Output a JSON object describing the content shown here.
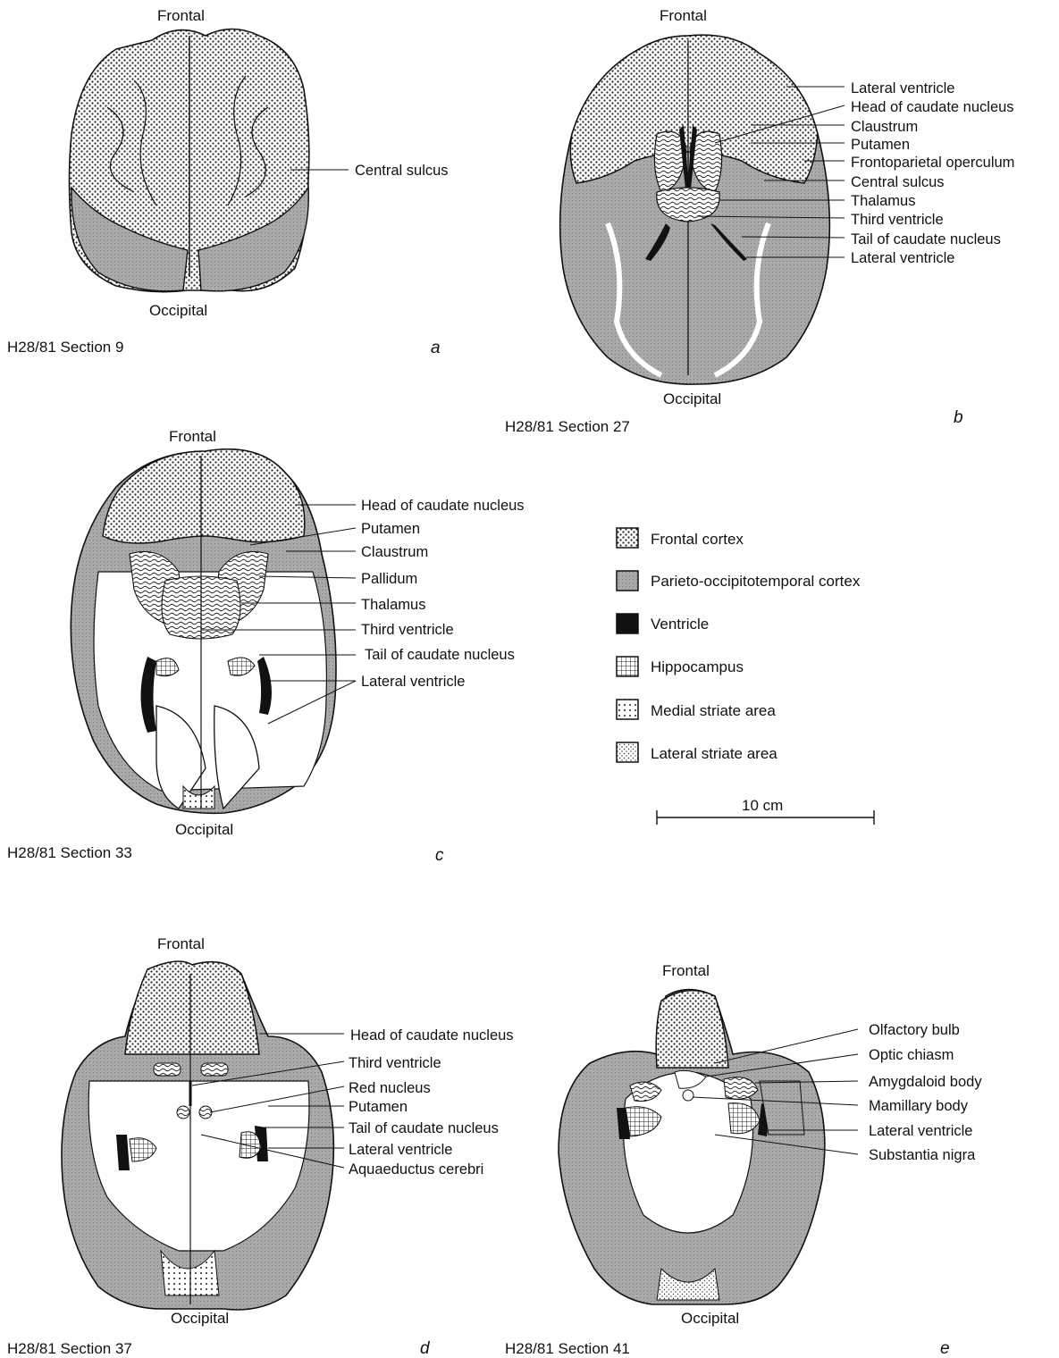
{
  "panels": {
    "a": {
      "letter": "a",
      "caption": "H28/81 Section 9",
      "top_label": "Frontal",
      "bottom_label": "Occipital",
      "labels": [
        "Central sulcus"
      ]
    },
    "b": {
      "letter": "b",
      "caption": "H28/81 Section 27",
      "top_label": "Frontal",
      "bottom_label": "Occipital",
      "labels": [
        "Lateral ventricle",
        "Head of caudate nucleus",
        "Claustrum",
        "Putamen",
        "Frontoparietal operculum",
        "Central sulcus",
        "Thalamus",
        "Third ventricle",
        "Tail of caudate nucleus",
        "Lateral ventricle"
      ]
    },
    "c": {
      "letter": "c",
      "caption": "H28/81 Section 33",
      "top_label": "Frontal",
      "bottom_label": "Occipital",
      "labels": [
        "Head of caudate nucleus",
        "Putamen",
        "Claustrum",
        "Pallidum",
        "Thalamus",
        "Third ventricle",
        "Tail of caudate nucleus",
        "Lateral ventricle"
      ]
    },
    "d": {
      "letter": "d",
      "caption": "H28/81 Section 37",
      "top_label": "Frontal",
      "bottom_label": "Occipital",
      "labels": [
        "Head of caudate nucleus",
        "Third ventricle",
        "Red nucleus",
        "Putamen",
        "Tail of caudate nucleus",
        "Lateral ventricle",
        "Aquaeductus cerebri"
      ]
    },
    "e": {
      "letter": "e",
      "caption": "H28/81 Section 41",
      "top_label": "Frontal",
      "bottom_label": "Occipital",
      "labels": [
        "Olfactory bulb",
        "Optic chiasm",
        "Amygdaloid body",
        "Mamillary body",
        "Lateral ventricle",
        "Substantia nigra"
      ]
    }
  },
  "legend": [
    {
      "label": "Frontal cortex",
      "pattern": "frontal-dots"
    },
    {
      "label": "Parieto-occipitotemporal cortex",
      "pattern": "grey-shade"
    },
    {
      "label": "Ventricle",
      "pattern": "solid-black"
    },
    {
      "label": "Hippocampus",
      "pattern": "grid"
    },
    {
      "label": "Medial striate area",
      "pattern": "dot-grid"
    },
    {
      "label": "Lateral striate area",
      "pattern": "fine-dots"
    }
  ],
  "scale_bar": {
    "label": "10 cm"
  }
}
